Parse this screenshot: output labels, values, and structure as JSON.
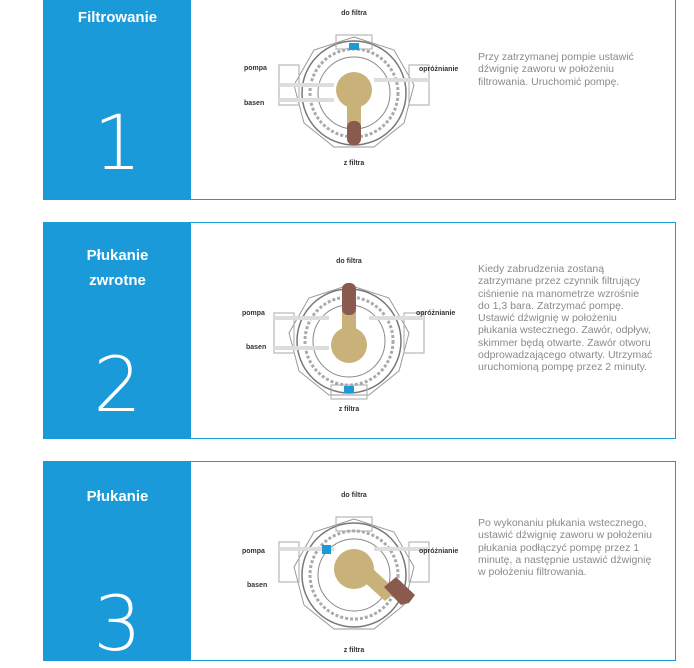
{
  "steps": [
    {
      "title_lines": [
        "Filtrowanie"
      ],
      "number": "1",
      "description": "Przy zatrzymanej pompie ustawić dźwignię zaworu w położeniu filtrowania. Uruchomić pompę.",
      "labels": {
        "top": "do filtra",
        "left": "pompa",
        "left2": "basen",
        "right": "opróżnianie",
        "bottom": "z filtra"
      }
    },
    {
      "title_lines": [
        "Płukanie",
        "zwrotne"
      ],
      "number": "2",
      "description": "Kiedy zabrudzenia zostaną zatrzymane przez czynnik filtrujący ciśnienie na manometrze wzrośnie do 1,3 bara. Zatrzymać pompę. Ustawić dźwignię w położeniu płukania wstecznego. Zawór, odpływ, skimmer będą otwarte. Zawór otworu odprowadzającego otwarty. Utrzymać uruchomioną pompę przez 2 minuty.",
      "labels": {
        "top": "do filtra",
        "left": "pompa",
        "left2": "basen",
        "right": "opróżnianie",
        "bottom": "z filtra"
      }
    },
    {
      "title_lines": [
        "Płukanie"
      ],
      "number": "3",
      "description": "Po wykonaniu płukania wstecznego, ustawić dźwignię zaworu w położeniu płukania podłączyć pompę przez 1 minutę, a następnie ustawić dźwignię w położeniu filtrowania.",
      "labels": {
        "top": "do filtra",
        "left": "pompa",
        "left2": "basen",
        "right": "opróżnianie",
        "bottom": "z filtra"
      }
    }
  ],
  "colors": {
    "accent": "#1a9ad9",
    "handle_tan": "#c9b27a",
    "handle_brown": "#8a5a4e",
    "port_blue": "#1a9ad9"
  }
}
